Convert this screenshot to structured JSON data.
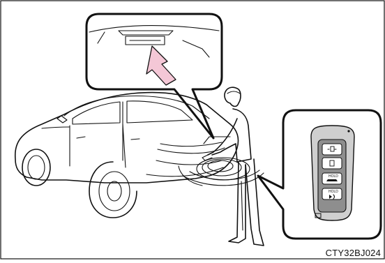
{
  "figure": {
    "code": "CTY32BJ024",
    "colors": {
      "line": "#111111",
      "arrow_fill": "#f4c7d6",
      "key_body": "#cfcfcf",
      "key_panel": "#8e8e8e",
      "background": "#ffffff"
    },
    "icons": [
      "car-icon",
      "person-icon",
      "smart-key-icon",
      "arrow-icon",
      "signal-waves-icon"
    ],
    "key_buttons": [
      {
        "label": ""
      },
      {
        "label": ""
      },
      {
        "label": "HOLD"
      },
      {
        "label": "HOLD"
      }
    ]
  }
}
